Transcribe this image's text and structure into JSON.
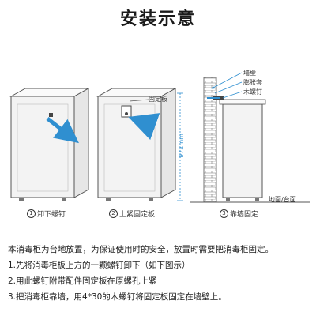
{
  "title": "安装示意",
  "steps": [
    {
      "num": "1",
      "caption": "卸下螺钉"
    },
    {
      "num": "2",
      "caption": "上紧固定板"
    },
    {
      "num": "3",
      "caption": "靠墙固定"
    }
  ],
  "labels": {
    "bracket": "固定板",
    "height": "972mm",
    "wall": "墙壁",
    "anchor": "膨胀套",
    "screw": "木螺钉",
    "floor": "地面/台面"
  },
  "paragraphs": [
    "本消毒柜为台地放置，为保证使用时的安全，放置时需要把消毒柜固定。",
    "1.先将消毒柜板上方的一颗螺钉卸下（如下图示）",
    "2.用此螺钉附带配件固定板在原螺孔上紧",
    "3.把消毒柜靠墙，用4*30的木螺钉将固定板固定在墙壁上。"
  ],
  "colors": {
    "arrow": "#2f8fd0",
    "dim": "#2f8fd0",
    "cabinet": "#f2f2f2",
    "outline": "#555555"
  }
}
